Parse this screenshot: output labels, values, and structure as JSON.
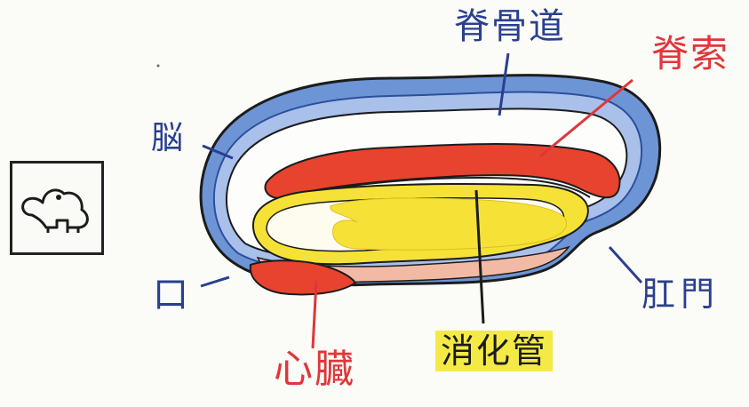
{
  "labels": {
    "spinal_canal": "脊骨道",
    "spinal_cord": "脊索",
    "brain": "脳",
    "mouth": "口",
    "anus": "肛門",
    "digestive_tract": "消化管",
    "heart": "心臓"
  },
  "colors": {
    "blue_layer": "#3f70c4",
    "red_layer": "#e8432e",
    "yellow_layer": "#f6e236",
    "pink_layer": "#f2b9a4",
    "outline": "#1c1c1c",
    "leader_blue": "#2a3f8f",
    "leader_red": "#e0363a"
  },
  "icons": {
    "frog_box": "frog-icon"
  }
}
